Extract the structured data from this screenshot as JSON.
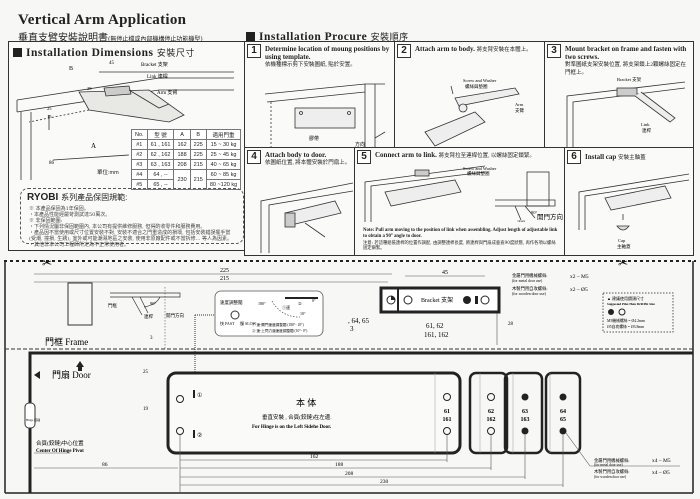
{
  "header": {
    "title": "Vertical Arm Application",
    "subtitle": "垂直支臂安裝說明書",
    "subtitle_note": "(無停止檔或內部機構停止功能機型)"
  },
  "dimensions": {
    "heading": "Installation Dimensions",
    "heading_zh": "安裝尺寸",
    "labels": {
      "bracket": "Bracket 支架",
      "link": "Link 連桿",
      "arm": "Arm 支臂",
      "B": "B",
      "A": "A",
      "d45": "45",
      "d28": "28",
      "d25": "25",
      "d15": "15",
      "d86": "86"
    },
    "unit": "單位:mm",
    "table": {
      "headers": [
        "No.",
        "型 號",
        "A",
        "B",
        "適用門重"
      ],
      "rows": [
        [
          "#1",
          "61 , 161",
          "162",
          "225",
          "15 ~ 30 kg"
        ],
        [
          "#2",
          "62 , 162",
          "188",
          "225",
          "25 ~ 45 kg"
        ],
        [
          "#3",
          "63 , 163",
          "208",
          "215",
          "40 ~ 65 kg"
        ],
        [
          "#4",
          "64 , --",
          "230",
          "215",
          "60 ~ 85 kg"
        ],
        [
          "#5",
          "65 , --",
          "",
          "",
          "80 ~120 kg"
        ]
      ]
    }
  },
  "warranty": {
    "brand": "RYOBI",
    "title": "系列產品保固規範:",
    "lines": [
      "※ 本產品保固為1年保固。",
      "・本產品性能經嚴苛測試達50萬次。",
      "※ 非保固範圍:",
      "・下列情況屬非保固範圍內, 本公司有提供維修服務, 但得酌收零件和服務費用。",
      "・產品因不當使用或尺寸位置安裝不對, 安裝不適合之門重造成的損壞, 包括安裝錯誤擺手當",
      "(受潮, 撞損, 生銹), 室外或可能潮濕地區之安裝, 使用非原廠配件或不當拆修... 等人為因素。",
      "・其他非本公司工程師所定為不正常使用者。"
    ]
  },
  "procedure": {
    "heading": "Installation Procure",
    "heading_zh": "安裝順序",
    "steps": [
      {
        "num": "1",
        "text": "Determine location of moung positions by using template.",
        "zh": "依機種標示剪下安裝圖紙, 貼於安置。",
        "labels": [
          "膠帶",
          "方向"
        ]
      },
      {
        "num": "2",
        "text": "Attach arm to body.",
        "zh": "將支臂安裝在本體上。",
        "labels": [
          "Screw and Washer",
          "螺絲與墊圈",
          "Arm",
          "支臂"
        ]
      },
      {
        "num": "3",
        "text": "Mount bracket on frame and fasten with two screws.",
        "zh": "對準圖紙支架安裝位置, 將支架鎖上2顆螺絲固定在門框上。",
        "labels": [
          "Bracket 支架",
          "Link",
          "連桿"
        ]
      },
      {
        "num": "4",
        "text": "Attach body to door.",
        "zh": "依圖紙位置, 將本體安裝於門扇上。",
        "labels": []
      },
      {
        "num": "5",
        "text": "Connect arm to link.",
        "zh": "將支臂拉至連桿位置, 以螺絲固定鎖緊。",
        "labels": [
          "Screw and Washer",
          "螺絲與墊圈",
          "90°",
          "連桿",
          "開門方向"
        ],
        "note": "Note: Pull arm moving to the position of link when assembling. Adjust length of adjustable link to obtain a 90° angle to door.",
        "note_zh": "注意: 若這種組裝連桿的位置作調配, 由調整連桿長度, 將連桿與門扇成垂直90度狀態, 再作各項以螺絲固定鎖緊。"
      },
      {
        "num": "6",
        "text": "Install cap",
        "zh": "安裝主軸蓋",
        "labels": [
          "Cap",
          "主軸蓋"
        ]
      }
    ]
  },
  "template": {
    "dims_top": [
      "225",
      "215",
      "45",
      "3",
      "28",
      "25",
      "19"
    ],
    "dims_bottom": [
      "162",
      "188",
      "208",
      "230",
      "86"
    ],
    "frame_label": "門框 Frame",
    "door_label": "門扇 Door",
    "bracket_label": "Bracket 支架",
    "bracket_models_a": "61, 62",
    "bracket_models_b": "161, 162",
    "bracket_models_c": ", 64, 65",
    "bracket_models_d": "3",
    "hinge_zh": "合頁(鉸鏈)中心位置",
    "hinge_en": "Center Of Hinge Pivot",
    "hinge_tag": "Hinge 鉸鏈",
    "body_zh": "本 体",
    "body_sub_zh": "垂直安裝 , 合頁(鉸鏈)在左邊.",
    "body_en": "For Hinge is on the Left Sidehe Door.",
    "hole_marks": [
      "①",
      "②"
    ],
    "models": [
      [
        "61",
        "161"
      ],
      [
        "62",
        "162"
      ],
      [
        "63",
        "163"
      ],
      [
        "64",
        "65"
      ]
    ],
    "screws_top": [
      {
        "zh": "金屬門用機械螺絲:",
        "en": "(for metal door use)",
        "qty": "x2 – M5"
      },
      {
        "zh": "木製門用自攻螺絲:",
        "en": "(for wooden door use)",
        "qty": "x2 – Ø5"
      }
    ],
    "screws_bottom": [
      {
        "zh": "金屬門用機械螺絲:",
        "en": "(for metal door use)",
        "qty": "x4 – M5"
      },
      {
        "zh": "木製門用自攻螺絲:",
        "en": "(for wooden door use)",
        "qty": "x4 – Ø5"
      }
    ],
    "pilot": {
      "title_zh": "▲ 建議使用鑽頭尺寸",
      "title_en": "Suggested Pilot Hole Drill Bit Size",
      "m5": "M5機械螺絲 = Ø4.2mm",
      "d5": "Ø5自攻螺絲 = Ø3.8mm"
    },
    "speed": {
      "title": "速度調整閥",
      "fast": "快 FAST",
      "slow": "慢 SLOW",
      "angle_180": "180°",
      "angle_10": "10°",
      "angle_0": "0°",
      "zone1": "①速",
      "zone2": "②",
      "legend1": "① 速-關門速度調整閥 (180°- 10°)",
      "legend2": "② 速-上閂力道速度調整閥 (10°- 0°)"
    },
    "mini_labels": {
      "angle": "90°",
      "link": "連桿",
      "door_dir": "開門方向",
      "frame": "門框"
    }
  }
}
